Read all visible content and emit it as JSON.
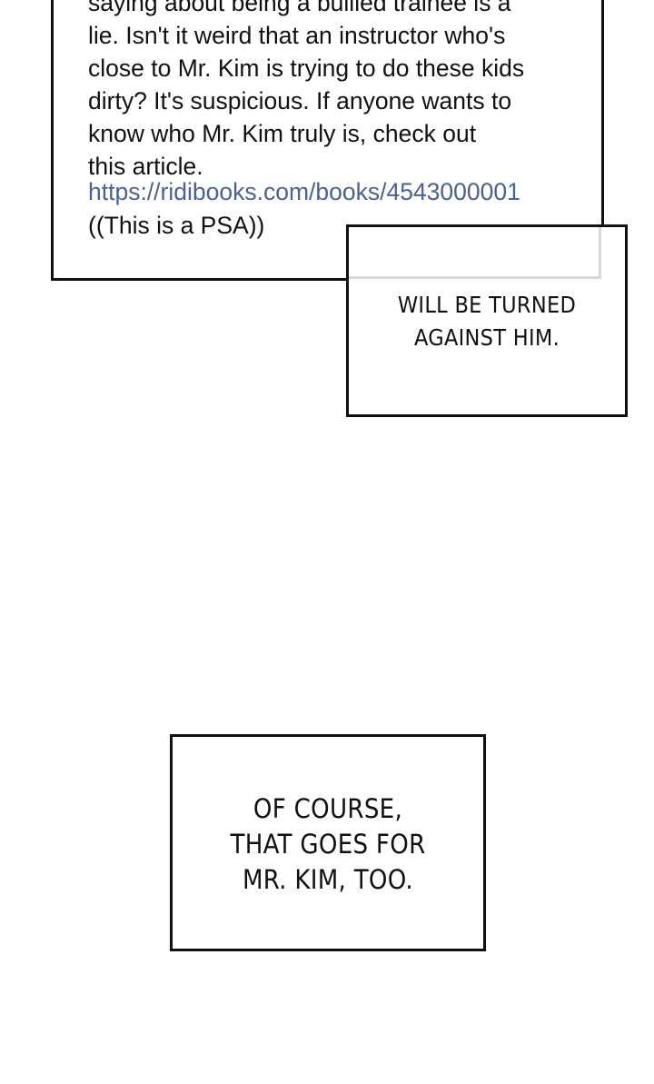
{
  "post": {
    "body_lines": "saying about being a bullied trainee is a\nlie. Isn't it weird that an instructor who's\nclose to Mr. Kim is trying to do these kids\ndirty? It's suspicious. If anyone wants to\nknow who Mr. Kim truly is, check out\nthis article.",
    "link_text": "https://ridibooks.com/books/4543000001",
    "psa_text": "((This is a PSA))"
  },
  "captions": {
    "first": "WILL BE TURNED\nAGAINST HIM.",
    "second": "OF COURSE,\nTHAT GOES FOR\nMR. KIM, TOO."
  },
  "colors": {
    "link": "#4a6196",
    "border": "#111111",
    "background": "#ffffff"
  }
}
